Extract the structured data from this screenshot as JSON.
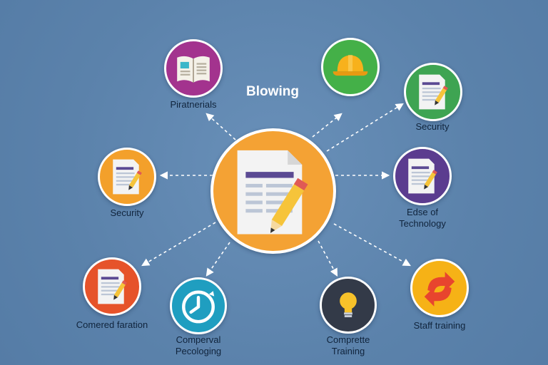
{
  "diagram": {
    "title": "Blowing",
    "center_icon": "document-pencil-icon",
    "nodes": [
      {
        "id": "piratnerials",
        "label": "Piratnerials",
        "icon": "book-icon",
        "color": "#a3338e"
      },
      {
        "id": "hardhat",
        "label": "",
        "icon": "hard-hat-icon",
        "color": "#44b048"
      },
      {
        "id": "security-right",
        "label": "Security",
        "icon": "document-pencil-icon",
        "color": "#3ea452"
      },
      {
        "id": "security-left",
        "label": "Security",
        "icon": "document-pencil-icon",
        "color": "#f3a02b"
      },
      {
        "id": "edge-of-technology",
        "label": "Edse of\nTechnology",
        "icon": "document-pencil-icon",
        "color": "#5b3c8f"
      },
      {
        "id": "comered-faration",
        "label": "Comered faration",
        "icon": "document-pencil-icon",
        "color": "#e6532a"
      },
      {
        "id": "comperval-pecologing",
        "label": "Comperval\nPecologing",
        "icon": "clock-icon",
        "color": "#1f9ec0"
      },
      {
        "id": "comprette-training",
        "label": "Comprette\nTraining",
        "icon": "light-bulb-icon",
        "color": "#333a48"
      },
      {
        "id": "staff-training",
        "label": "Staff training",
        "icon": "refresh-arrow-icon",
        "color": "#f6b216"
      }
    ],
    "colors": {
      "background": "#5f86b0",
      "center_fill": "#f4a234",
      "arrow": "#ffffff",
      "label_text": "#10243c",
      "title_text": "#ffffff"
    }
  }
}
